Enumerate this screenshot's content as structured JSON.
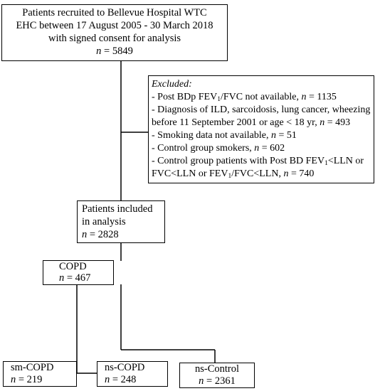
{
  "recruited": {
    "line1": "Patients recruited to Bellevue Hospital WTC",
    "line2": "EHC between 17 August 2005 - 30 March 2018",
    "line3": "with signed consent for analysis",
    "n_label": "n",
    "n_value": " = 5849"
  },
  "excluded": {
    "title": "Excluded:",
    "item1_pre": "- Post BDp FEV",
    "item1_sub": "1",
    "item1_post": "/FVC not available, ",
    "item1_n": "n",
    "item1_val": " = 1135",
    "item2_line1": "- Diagnosis of ILD, sarcoidosis, lung cancer, wheezing",
    "item2_line2_pre": "before 11 September 2001 or age < 18 yr, ",
    "item2_n": "n",
    "item2_val": " = 493",
    "item3_pre": "- Smoking data not available, ",
    "item3_n": "n",
    "item3_val": " = 51",
    "item4_pre": "- Control group smokers, ",
    "item4_n": "n",
    "item4_val": " = 602",
    "item5_line1_pre": "- Control group patients with Post BD FEV",
    "item5_sub_a": "1",
    "item5_line1_post": "<LLN or",
    "item5_line2_pre": "FVC<LLN or FEV",
    "item5_sub_b": "1",
    "item5_line2_post": "/FVC<LLN, ",
    "item5_n": "n",
    "item5_val": " = 740"
  },
  "included": {
    "line1": "Patients included",
    "line2": "in analysis",
    "n_label": "n",
    "n_value": " = 2828"
  },
  "copd": {
    "line1": "COPD",
    "n_label": "n",
    "n_value": " = 467"
  },
  "sm_copd": {
    "line1": "sm-COPD",
    "n_label": "n",
    "n_value": " = 219"
  },
  "ns_copd": {
    "line1": "ns-COPD",
    "n_label": "n",
    "n_value": " = 248"
  },
  "ns_control": {
    "line1": "ns-Control",
    "n_label": "n",
    "n_value": " = 2361"
  }
}
